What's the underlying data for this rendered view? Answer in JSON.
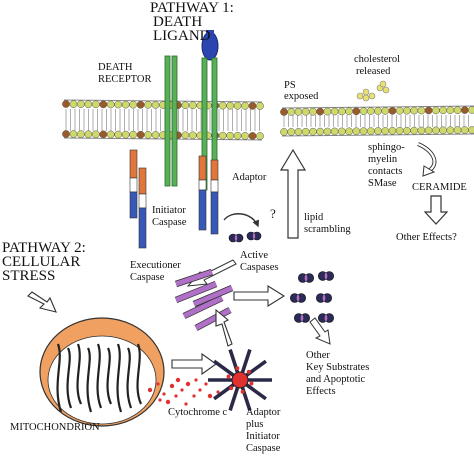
{
  "pathway1": {
    "line1": "PATHWAY 1:",
    "line2": "DEATH",
    "line3": "LIGAND"
  },
  "death_receptor": {
    "line1": "DEATH",
    "line2": "RECEPTOR"
  },
  "ps_exposed": {
    "line1": "PS",
    "line2": "exposed"
  },
  "cholesterol": {
    "line1": "cholesterol",
    "line2": "released"
  },
  "sphingomyelin": {
    "line1": "sphingo-",
    "line2": "myelin",
    "line3": "contacts",
    "line4": "SMase"
  },
  "ceramide": "CERAMIDE",
  "other_effects": "Other Effects?",
  "adaptor": "Adaptor",
  "initiator_caspase": {
    "line1": "Initiator",
    "line2": "Caspase"
  },
  "question_mark": "?",
  "lipid_scrambling": {
    "line1": "lipid",
    "line2": "scrambling"
  },
  "active_caspases": {
    "line1": "Active",
    "line2": "Caspases"
  },
  "executioner_caspase": {
    "line1": "Executioner",
    "line2": "Caspase"
  },
  "pathway2": {
    "line1": "PATHWAY 2:",
    "line2": "CELLULAR",
    "line3": "STRESS"
  },
  "other_substrates": {
    "line1": "Other",
    "line2": "Key Substrates",
    "line3": "and Apoptotic",
    "line4": "Effects"
  },
  "cytochrome_c": "Cytochrome c",
  "mitochondrion": "MITOCHONDRION",
  "adaptor_plus": {
    "line1": "Adaptor",
    "line2": "plus",
    "line3": "Initiator",
    "line4": "Caspase"
  },
  "colors": {
    "membrane_bead": "#cfd86a",
    "membrane_bead_alt": "#9a5a2a",
    "receptor": "#4aa04a",
    "ligand": "#2a44b0",
    "caspase_orange": "#e0763a",
    "caspase_blue": "#3858b8",
    "caspase_purple": "#b070c8",
    "mitochondrion": "#f0a060",
    "cytochrome": "#e03030"
  }
}
